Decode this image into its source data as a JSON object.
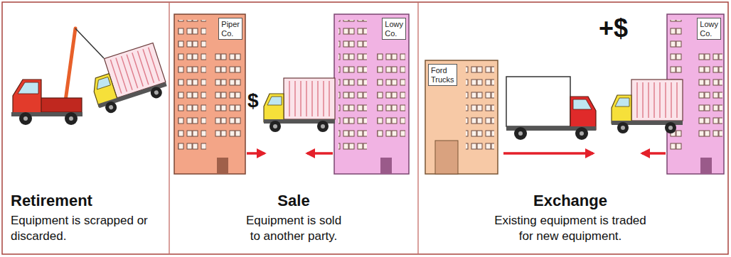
{
  "diagram": {
    "nodes": [
      {
        "text": [
          "Retirement",
          "Equipment is scrapped or discarded."
        ]
      },
      {
        "text": [
          "Sale",
          "Equipment is sold to another party."
        ]
      },
      {
        "text": [
          "Exchange",
          "Existing equipment is traded for new equipment."
        ]
      },
      {
        "text": [
          "Piper Co."
        ],
        "in": 1
      },
      {
        "text": [
          "Lowy Co."
        ],
        "in": 1
      },
      {
        "text": [
          "Ford Trucks"
        ],
        "in": 2
      },
      {
        "text": [
          "Lowy Co."
        ],
        "in": 2
      }
    ],
    "labels": [
      "$",
      "+$"
    ]
  }
}
